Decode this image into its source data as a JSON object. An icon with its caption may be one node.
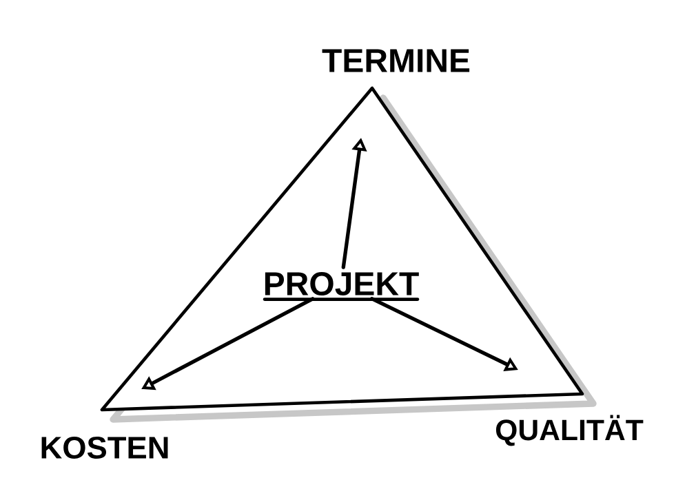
{
  "diagram": {
    "nodes": [
      {
        "text": [],
        "shape": "triangle"
      },
      {
        "text": [
          "PROJEKT"
        ],
        "in": 0
      },
      {
        "text": [
          "TERMINE"
        ]
      },
      {
        "text": [
          "KOSTEN"
        ]
      },
      {
        "text": [
          "QUALITÄT"
        ]
      }
    ],
    "edges": [
      {
        "from": 1,
        "to": null,
        "arrow": "to"
      },
      {
        "from": 1,
        "to": null,
        "arrow": "to"
      },
      {
        "from": 1,
        "to": null,
        "arrow": "to"
      }
    ]
  }
}
